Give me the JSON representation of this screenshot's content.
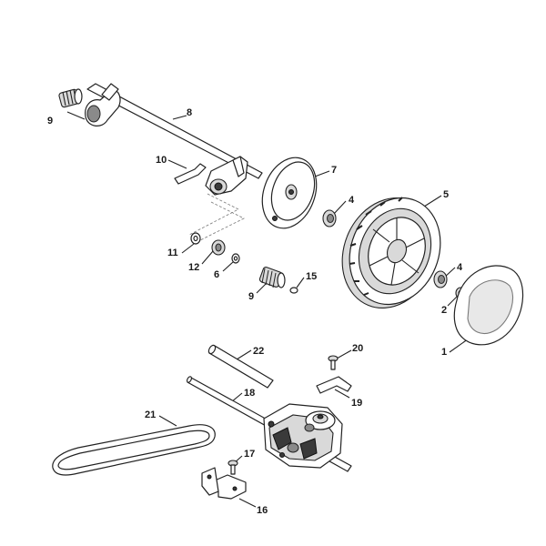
{
  "callouts": [
    {
      "id": "c1",
      "text": "1"
    },
    {
      "id": "c2",
      "text": "2"
    },
    {
      "id": "c4a",
      "text": "4"
    },
    {
      "id": "c4b",
      "text": "4"
    },
    {
      "id": "c5",
      "text": "5"
    },
    {
      "id": "c6",
      "text": "6"
    },
    {
      "id": "c7",
      "text": "7"
    },
    {
      "id": "c8",
      "text": "8"
    },
    {
      "id": "c9a",
      "text": "9"
    },
    {
      "id": "c9b",
      "text": "9"
    },
    {
      "id": "c10",
      "text": "10"
    },
    {
      "id": "c11",
      "text": "11"
    },
    {
      "id": "c12",
      "text": "12"
    },
    {
      "id": "c15",
      "text": "15"
    },
    {
      "id": "c16",
      "text": "16"
    },
    {
      "id": "c17",
      "text": "17"
    },
    {
      "id": "c18",
      "text": "18"
    },
    {
      "id": "c19",
      "text": "19"
    },
    {
      "id": "c20",
      "text": "20"
    },
    {
      "id": "c21",
      "text": "21"
    },
    {
      "id": "c22",
      "text": "22"
    }
  ],
  "colors": {
    "line": "#222222",
    "fill_light": "#d9d9d9",
    "fill_dark": "#3a3a3a",
    "background": "#ffffff"
  }
}
